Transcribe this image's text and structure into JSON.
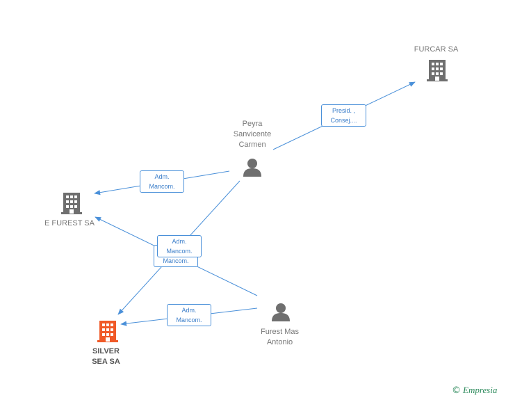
{
  "nodes": {
    "furcar": {
      "label": "FURCAR SA"
    },
    "efurest": {
      "label": "E FUREST SA"
    },
    "silver": {
      "label_line1": "SILVER",
      "label_line2": "SEA SA"
    },
    "peyra": {
      "label_line1": "Peyra",
      "label_line2": "Sanvicente",
      "label_line3": "Carmen"
    },
    "furest": {
      "label_line1": "Furest Mas",
      "label_line2": "Antonio"
    }
  },
  "edges": {
    "peyra_furcar": {
      "line1": "Presid. ,",
      "line2": "Consej...."
    },
    "peyra_efurest": {
      "line1": "Adm.",
      "line2": "Mancom."
    },
    "peyra_silver": {
      "line1": "Adm.",
      "line2": "Mancom."
    },
    "furest_efurest": {
      "line1": "Mancom."
    },
    "furest_silver": {
      "line1": "Adm.",
      "line2": "Mancom."
    }
  },
  "colors": {
    "edge": "#4a90d9",
    "company": "#6f6f6f",
    "company_main": "#f05a28",
    "person": "#6f6f6f"
  },
  "brand": {
    "copyright": "©",
    "name": "Empresia"
  }
}
